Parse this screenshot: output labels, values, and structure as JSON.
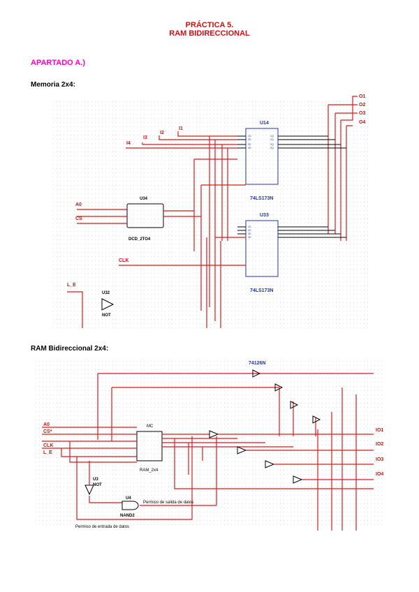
{
  "header": {
    "line1": "PRÁCTICA 5.",
    "line2": "RAM BIDIRECCIONAL"
  },
  "section_a": "APARTADO A.)",
  "memory": {
    "heading": "Memoria 2x4:",
    "outputs": [
      "O1",
      "O2",
      "O3",
      "O4"
    ],
    "inputs": [
      "I1",
      "I2",
      "I3",
      "I4"
    ],
    "left_inputs": [
      "A0",
      "CS"
    ],
    "chip_u14": "U14",
    "chip_u33": "U33",
    "chip_u34": "U34",
    "chip_u32": "U32",
    "part_74ls173_a": "74LS173N",
    "part_74ls173_b": "74LS173N",
    "part_decoder": "DCD_2TO4",
    "part_not": "NOT",
    "clk": "CLK",
    "le": "L_E"
  },
  "ram": {
    "heading": "RAM Bidireccional 2x4:",
    "left_inputs": [
      "A0",
      "CS*",
      "CLK",
      "L_E"
    ],
    "io": [
      "IO1",
      "IO2",
      "IO3",
      "IO4"
    ],
    "buffer_part": "74126N",
    "block_ref": "MC",
    "block_part": "RAM_2x4",
    "u3": "U3",
    "u3_part": "NOT",
    "u4": "U4",
    "u4_part": "NAND2",
    "read_enable": "Permiso de salida de datos",
    "write_enable": "Permiso de entrada de datos"
  }
}
